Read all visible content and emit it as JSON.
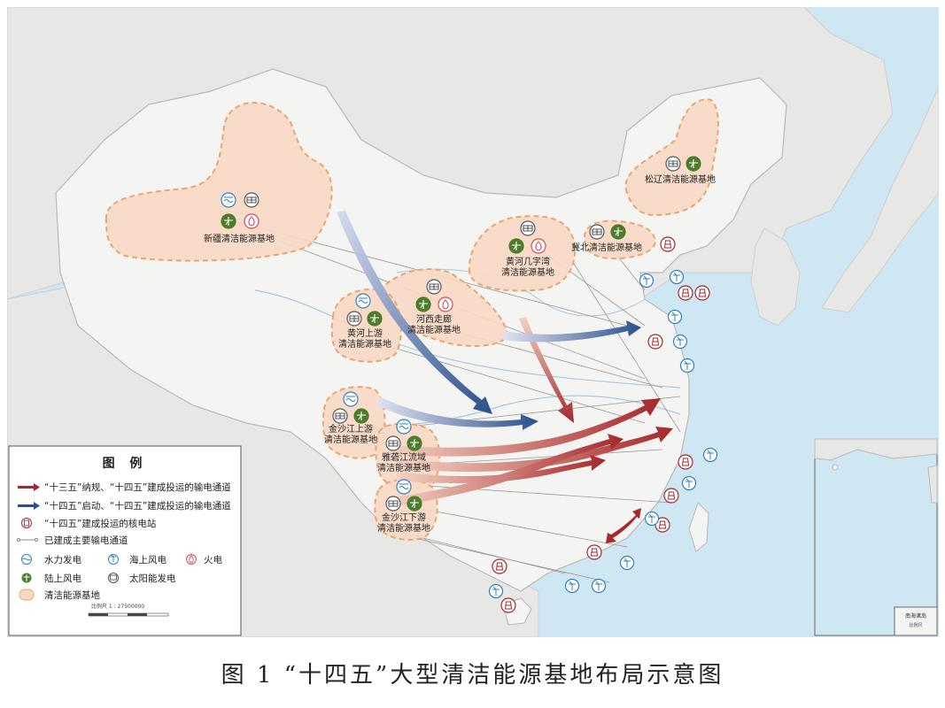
{
  "caption": "图 1    “十四五”大型清洁能源基地布局示意图",
  "legend": {
    "title": "图 例",
    "items": [
      {
        "key": "red_arrow",
        "label": "“十三五”纳规、“十四五”建成投运的输电通道"
      },
      {
        "key": "blue_arrow",
        "label": "“十四五”启动、“十四五”建成投运的输电通道"
      },
      {
        "key": "nuclear",
        "label": "“十四五”建成投运的核电站"
      },
      {
        "key": "line",
        "label": "已建成主要输电通道"
      }
    ],
    "grid": [
      {
        "key": "hydro",
        "label": "水力发电"
      },
      {
        "key": "offshore",
        "label": "海上风电"
      },
      {
        "key": "thermal",
        "label": "火电"
      },
      {
        "key": "onshore",
        "label": "陆上风电"
      },
      {
        "key": "solar",
        "label": "太阳能发电"
      }
    ],
    "base_item": {
      "key": "base",
      "label": "清洁能源基地"
    }
  },
  "scale_bar": {
    "label": "比例尺  1 : 27500000"
  },
  "inset": {
    "title": "南海诸岛",
    "scale": "比例尺"
  },
  "bases": [
    {
      "id": "xinjiang",
      "name": "新疆清洁能源基地",
      "icons": [
        "hydro",
        "solar",
        "onshore",
        "thermal"
      ]
    },
    {
      "id": "songliao",
      "name": "松辽清洁能源基地",
      "icons": [
        "solar",
        "onshore"
      ]
    },
    {
      "id": "jibei",
      "name": "冀北清洁能源基地",
      "icons": [
        "solar",
        "onshore"
      ]
    },
    {
      "id": "huanghe_jizi",
      "name_lines": [
        "黄河几字湾",
        "清洁能源基地"
      ],
      "icons": [
        "solar",
        "onshore",
        "thermal"
      ]
    },
    {
      "id": "hexi",
      "name_lines": [
        "河西走廊",
        "清洁能源基地"
      ],
      "icons": [
        "solar",
        "onshore",
        "thermal"
      ]
    },
    {
      "id": "huanghe_upper",
      "name_lines": [
        "黄河上游",
        "清洁能源基地"
      ],
      "icons": [
        "hydro",
        "solar",
        "onshore"
      ]
    },
    {
      "id": "jinsha_upper",
      "name_lines": [
        "金沙江上游",
        "清洁能源基地"
      ],
      "icons": [
        "hydro",
        "solar",
        "onshore"
      ]
    },
    {
      "id": "yalong",
      "name_lines": [
        "雅砻江流域",
        "清洁能源基地"
      ],
      "icons": [
        "hydro",
        "solar",
        "onshore"
      ]
    },
    {
      "id": "jinsha_lower",
      "name_lines": [
        "金沙江下游",
        "清洁能源基地"
      ],
      "icons": [
        "hydro",
        "solar",
        "onshore"
      ]
    }
  ],
  "colors": {
    "sea": "#cfe6f3",
    "land": "#f3f3f1",
    "neighbor": "#e6e6e6",
    "base_fill": "#f8d8c2",
    "base_border": "#e8a772",
    "red": "#a5282c",
    "blue": "#2b4f8c",
    "icon_blue": "#2e7fc1",
    "icon_green": "#4d7c2a",
    "icon_red": "#d04b5a",
    "icon_gray": "#555555",
    "nuclear": "#a5282c"
  }
}
